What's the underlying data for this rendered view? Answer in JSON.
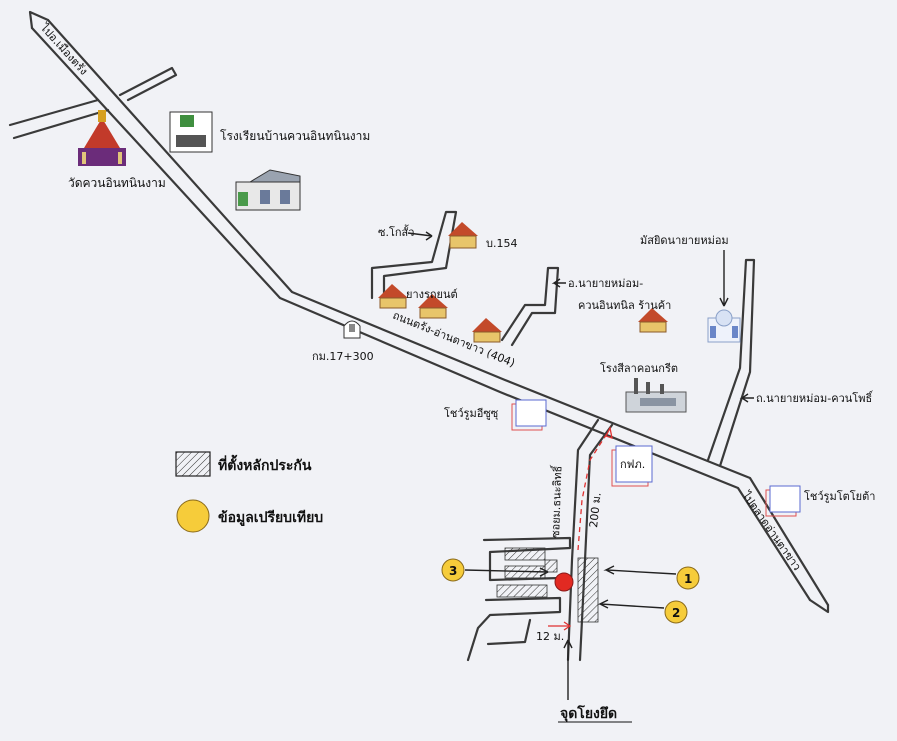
{
  "roads": {
    "to_nan_mueang_top": "ไปอ.เมืองตรัง",
    "main_highway": "ถนนตรัง-อ่านตาขาว (404)",
    "to_nan_bottom": "ไปตลาดอ่านตาขาว",
    "soi_local": "ซอยม.ธนะลิทธิ์"
  },
  "landmarks": {
    "temple": "วัดควนอินทนินงาม",
    "school": "โรงเรียนบ้านควนอินทนินงาม",
    "soi_khlo": "ซ.โกสั้ว",
    "house_154": "บ.154",
    "road_sign_left": "อ.นายายหม่อม-",
    "road_sign_left_2": "ควนอินทนิล ร้านค้า",
    "mosque": "มัสยิดนายายหม่อม",
    "car_shop": "ยางรถยนต์",
    "km_marker": "กม.17+300",
    "concrete_factory": "โรงสีลาคอนกรีต",
    "showroom_isuzu": "โชว์รูมอีซูซุ",
    "egat": "กฟภ.",
    "road_right": "ถ.นายายหม่อม-ควนโพธิ์",
    "showroom_toyota": "โชว์รูมโตโยต้า",
    "distance_200": "200 ม.",
    "distance_12": "12 ม.",
    "start_point": "จุดโยงยึด"
  },
  "legend": {
    "hatched_label": "ที่ตั้งหลักประกัน",
    "circle_label": "ข้อมูลเปรียบเทียบ"
  },
  "markers": [
    "1",
    "2",
    "3"
  ],
  "colors": {
    "road": "#3a3a3a",
    "marker_fill": "#f6cc3a",
    "subject_fill": "#e22a22",
    "route_red": "#e03030"
  }
}
